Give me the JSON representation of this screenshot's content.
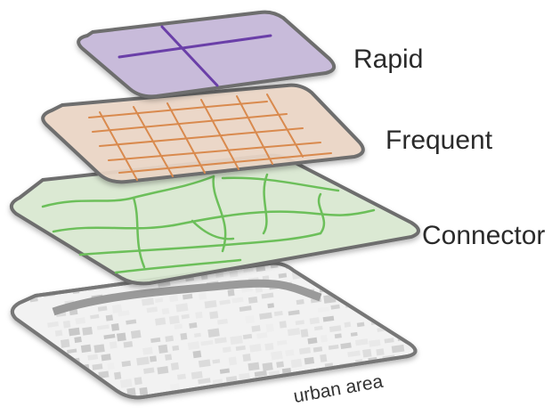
{
  "layers": [
    {
      "key": "rapid",
      "label": "Rapid",
      "line_color": "#6a3fa8",
      "fill_color": "#c7b8da"
    },
    {
      "key": "frequent",
      "label": "Frequent",
      "line_color": "#d98a4e",
      "fill_color": "#ecd7c7"
    },
    {
      "key": "connector",
      "label": "Connector",
      "line_color": "#6cbf5a",
      "fill_color": "#dbead3"
    },
    {
      "key": "urban",
      "label": "urban area",
      "fill_color": "#f2f2f2"
    }
  ]
}
